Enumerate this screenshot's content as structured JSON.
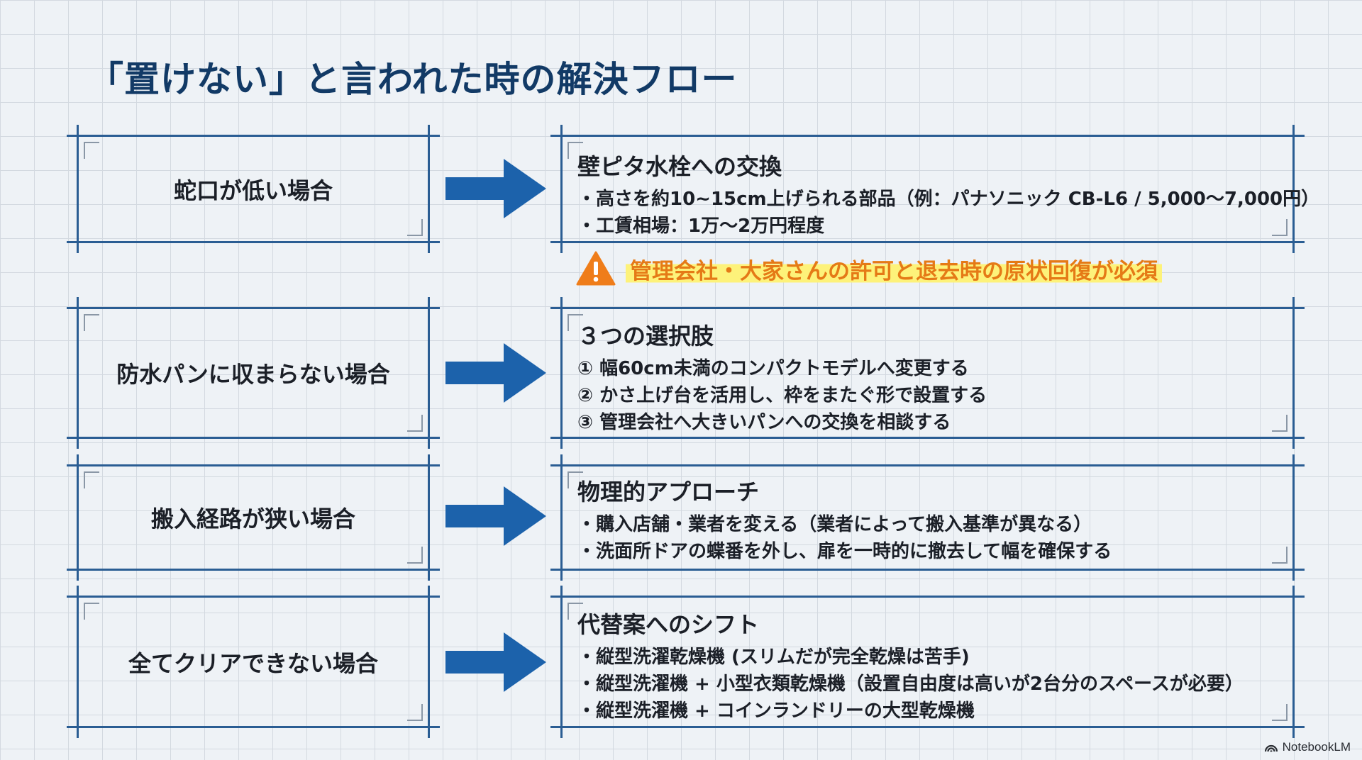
{
  "title": "「置けない」と言われた時の解決フロー",
  "rows": [
    {
      "case": "蛇口が低い場合",
      "solution_title": "壁ピタ水栓への交換",
      "items": [
        "・高さを約10~15cm上げられる部品（例：パナソニック CB-L6 / 5,000〜7,000円）",
        "・工賃相場：1万〜2万円程度"
      ]
    },
    {
      "case": "防水パンに収まらない場合",
      "solution_title": "３つの選択肢",
      "items": [
        "① 幅60cm未満のコンパクトモデルへ変更する",
        "② かさ上げ台を活用し、枠をまたぐ形で設置する",
        "③ 管理会社へ大きいパンへの交換を相談する"
      ]
    },
    {
      "case": "搬入経路が狭い場合",
      "solution_title": "物理的アプローチ",
      "items": [
        "・購入店舗・業者を変える（業者によって搬入基準が異なる）",
        "・洗面所ドアの蝶番を外し、扉を一時的に撤去して幅を確保する"
      ]
    },
    {
      "case": "全てクリアできない場合",
      "solution_title": "代替案へのシフト",
      "items": [
        "・縦型洗濯乾燥機 (スリムだが完全乾燥は苦手)",
        "・縦型洗濯機 + 小型衣類乾燥機（設置自由度は高いが2台分のスペースが必要）",
        "・縦型洗濯機 + コインランドリーの大型乾燥機"
      ]
    }
  ],
  "warning": {
    "icon": "warning-triangle-icon",
    "text": "管理会社・大家さんの許可と退去時の原状回復が必須"
  },
  "brand": "NotebookLM",
  "colors": {
    "title": "#123a66",
    "frame": "#2a5d93",
    "arrow": "#1c62ab",
    "warning_text": "#e57a16",
    "warning_highlight": "#fdf27a",
    "warning_icon": "#ef7d1a"
  }
}
